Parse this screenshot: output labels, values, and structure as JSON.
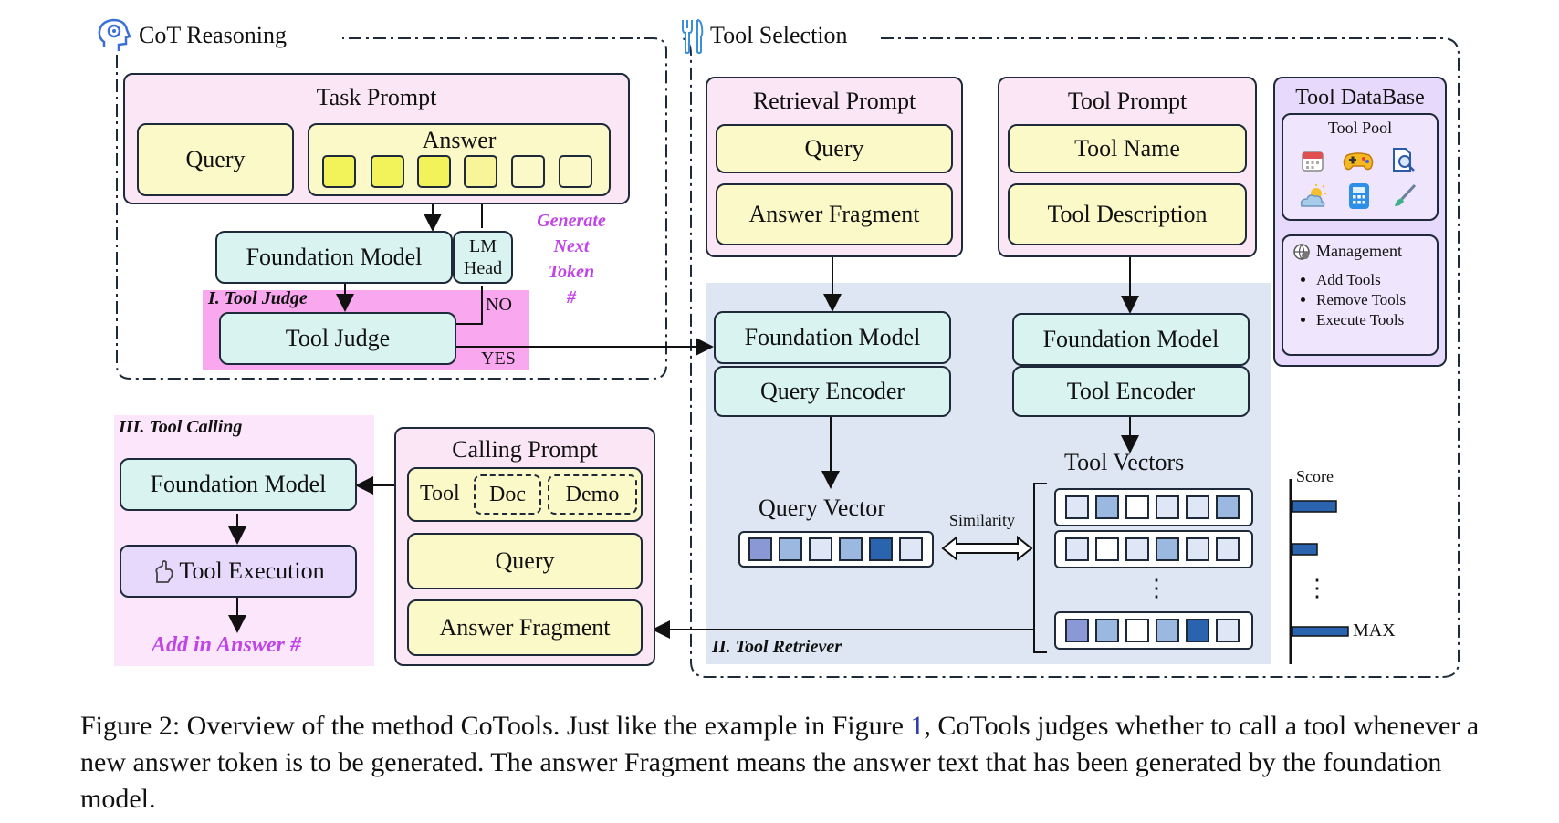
{
  "sections": {
    "cot": "CoT Reasoning",
    "tool_selection": "Tool Selection"
  },
  "task_prompt": {
    "title": "Task Prompt",
    "query": "Query",
    "answer": "Answer"
  },
  "cot_flow": {
    "foundation_model": "Foundation Model",
    "lm_head_1": "LM",
    "lm_head_2": "Head",
    "tool_judge_region": "I. Tool Judge",
    "tool_judge": "Tool Judge",
    "no": "NO",
    "yes": "YES",
    "generate_1": "Generate",
    "generate_2": "Next",
    "generate_3": "Token",
    "generate_4": "#"
  },
  "retrieval_prompt": {
    "title": "Retrieval Prompt",
    "query": "Query",
    "answer_fragment": "Answer Fragment"
  },
  "tool_prompt": {
    "title": "Tool Prompt",
    "tool_name": "Tool Name",
    "tool_description": "Tool Description"
  },
  "tool_database": {
    "title": "Tool DataBase",
    "pool_title": "Tool Pool",
    "pool_icons": [
      "calendar-icon",
      "gamepad-icon",
      "search-doc-icon",
      "weather-icon",
      "calculator-icon",
      "brush-icon"
    ],
    "management_title": "Management",
    "management_items": [
      "Add Tools",
      "Remove Tools",
      "Execute Tools"
    ]
  },
  "retriever": {
    "region_label": "II. Tool Retriever",
    "fm_left": "Foundation Model",
    "query_encoder": "Query Encoder",
    "fm_right": "Foundation Model",
    "tool_encoder": "Tool Encoder",
    "query_vector": "Query Vector",
    "tool_vectors": "Tool Vectors",
    "similarity": "Similarity",
    "score": "Score",
    "max": "MAX",
    "ellipsis": "⋮"
  },
  "calling_prompt": {
    "title": "Calling Prompt",
    "tool": "Tool",
    "doc": "Doc",
    "demo": "Demo",
    "query": "Query",
    "answer_fragment": "Answer Fragment"
  },
  "tool_calling": {
    "region_label": "III. Tool Calling",
    "foundation_model": "Foundation Model",
    "tool_execution": "Tool Execution",
    "add_in_answer": "Add in Answer #"
  },
  "vector_colors": {
    "light": "#dfe6f5",
    "mid": "#9ab8e0",
    "dark": "#2b64ae",
    "purple": "#8a99d6"
  },
  "caption": {
    "lead": "Figure 2: Overview of the method CoTools. Just like the example in Figure ",
    "ref": "1",
    "rest": ", CoTools judges whether to call a tool whenever a new answer token is to be generated. The answer Fragment means the answer text that has been generated by the foundation model."
  }
}
